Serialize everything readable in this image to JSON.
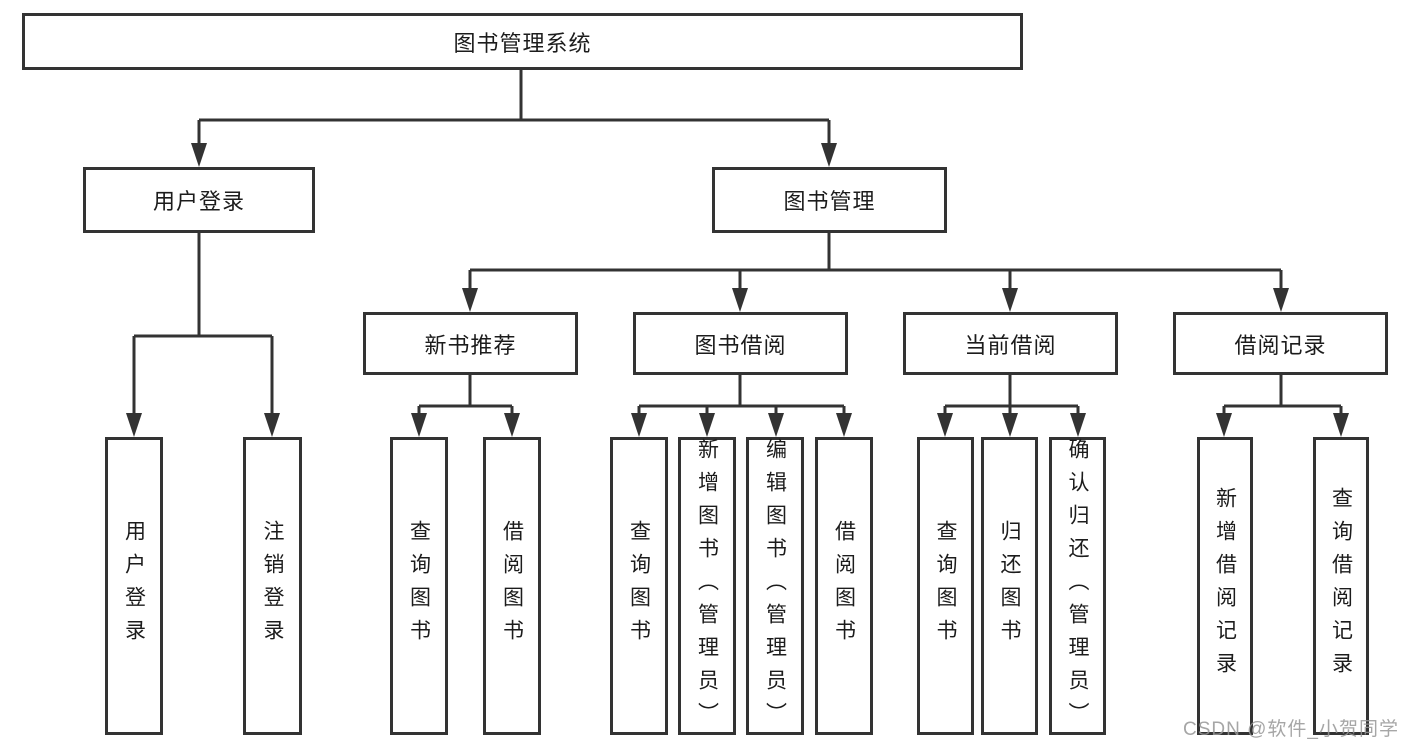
{
  "diagram": {
    "root": {
      "label": "图书管理系统"
    },
    "branches": [
      {
        "label": "用户登录",
        "children": [
          {
            "label": "用户登录"
          },
          {
            "label": "注销登录"
          }
        ]
      },
      {
        "label": "图书管理",
        "children": [
          {
            "label": "新书推荐",
            "children": [
              {
                "label": "查询图书"
              },
              {
                "label": "借阅图书"
              }
            ]
          },
          {
            "label": "图书借阅",
            "children": [
              {
                "label": "查询图书"
              },
              {
                "label": "新增图书（管理员）"
              },
              {
                "label": "编辑图书（管理员）"
              },
              {
                "label": "借阅图书"
              }
            ]
          },
          {
            "label": "当前借阅",
            "children": [
              {
                "label": "查询图书"
              },
              {
                "label": "归还图书"
              },
              {
                "label": "确认归还（管理员）"
              }
            ]
          },
          {
            "label": "借阅记录",
            "children": [
              {
                "label": "新增借阅记录"
              },
              {
                "label": "查询借阅记录"
              }
            ]
          }
        ]
      }
    ]
  },
  "watermark": {
    "text": "CSDN @软件_小贺同学"
  },
  "colors": {
    "line": "#333333",
    "box_border": "#333333",
    "box_fill": "#ffffff",
    "text": "#1c1c1c",
    "watermark": "#969696",
    "background": "#ffffff"
  }
}
